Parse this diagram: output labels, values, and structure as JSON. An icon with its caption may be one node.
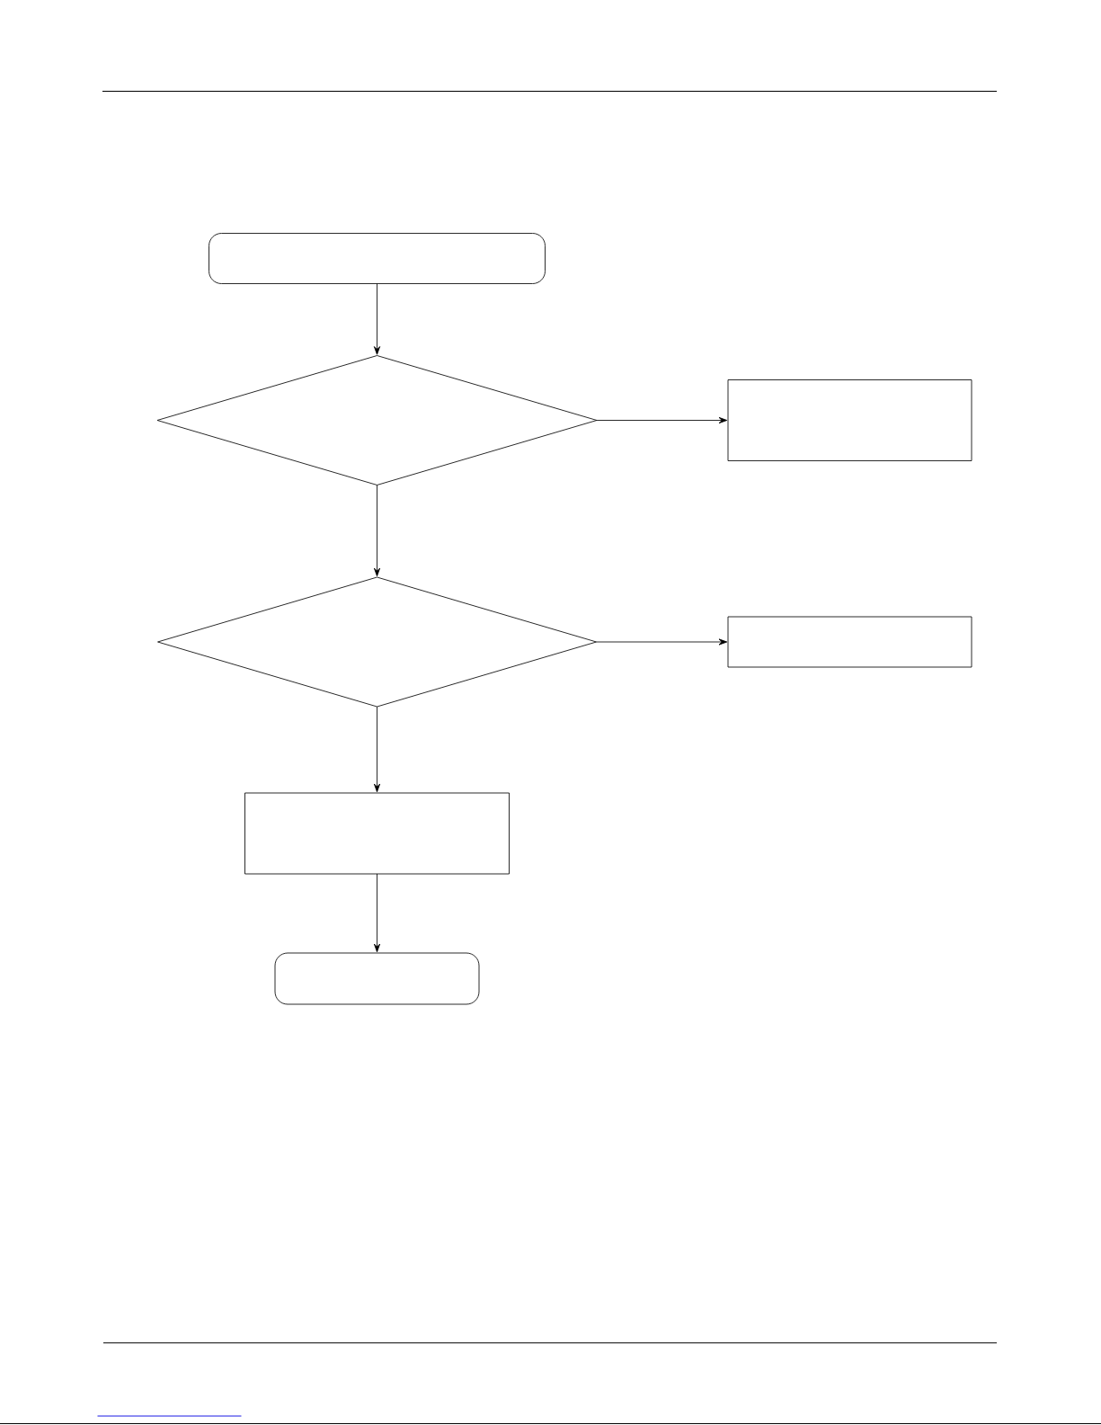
{
  "diagram": {
    "nodes": [
      {
        "text": [],
        "shape": "capsule"
      },
      {
        "text": [],
        "shape": "diamond"
      },
      {
        "text": [],
        "shape": "box"
      },
      {
        "text": [],
        "shape": "diamond"
      },
      {
        "text": [],
        "shape": "box"
      },
      {
        "text": [],
        "shape": "box"
      },
      {
        "text": [],
        "shape": "capsule"
      }
    ],
    "edges": [
      {
        "from": 0,
        "to": 1,
        "arrow": "to"
      },
      {
        "from": 1,
        "to": 2,
        "arrow": "to"
      },
      {
        "from": 1,
        "to": 3,
        "arrow": "to"
      },
      {
        "from": 3,
        "to": 4,
        "arrow": "to"
      },
      {
        "from": 3,
        "to": 5,
        "arrow": "to"
      },
      {
        "from": 5,
        "to": 6,
        "arrow": "to"
      }
    ]
  }
}
